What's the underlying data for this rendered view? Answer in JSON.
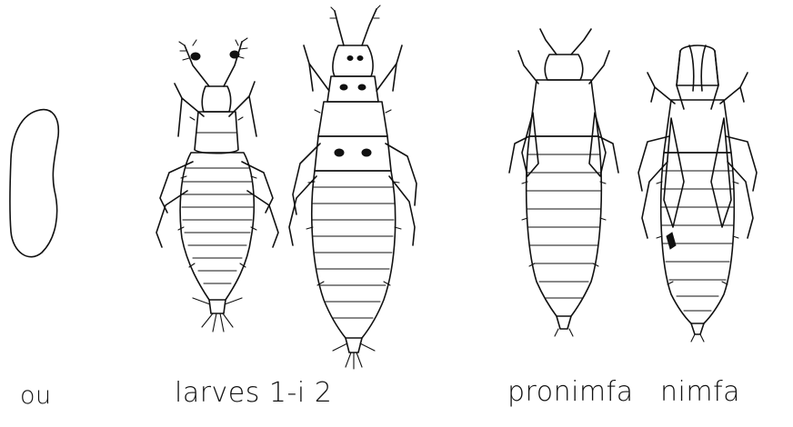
{
  "labels": {
    "egg": "ou",
    "larvae": "larves 1-i 2",
    "prepupa": "pronimfa",
    "pupa": "nimfa"
  },
  "colors": {
    "ink": "#111111",
    "background": "#ffffff"
  }
}
